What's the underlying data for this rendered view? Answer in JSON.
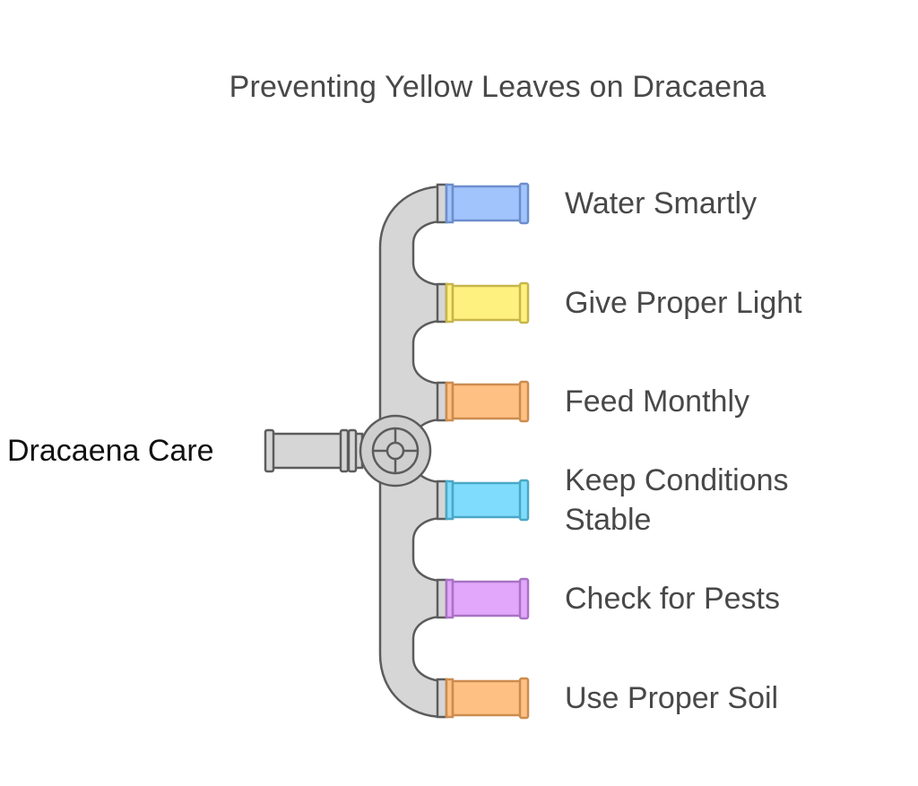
{
  "diagram": {
    "title": "Preventing Yellow Leaves on Dracaena",
    "source": {
      "label": "Dracaena Care"
    },
    "branches": [
      {
        "label_lines": [
          "Water Smartly"
        ],
        "color": "#a1c4fd",
        "edge": "#6d8ecb"
      },
      {
        "label_lines": [
          "Give Proper Light"
        ],
        "color": "#fff17f",
        "edge": "#c7b64a"
      },
      {
        "label_lines": [
          "Feed Monthly"
        ],
        "color": "#ffc083",
        "edge": "#cc8c50"
      },
      {
        "label_lines": [
          "Keep Conditions",
          "Stable"
        ],
        "color": "#7fdcfc",
        "edge": "#4aa8c6"
      },
      {
        "label_lines": [
          "Check for Pests"
        ],
        "color": "#e2a6fb",
        "edge": "#a873c3"
      },
      {
        "label_lines": [
          "Use Proper Soil"
        ],
        "color": "#ffc083",
        "edge": "#cc8c50"
      }
    ],
    "colors": {
      "pipe_fill": "#d6d6d6",
      "pipe_stroke": "#5c5c5c",
      "valve_fill": "#cfcfcf"
    }
  }
}
